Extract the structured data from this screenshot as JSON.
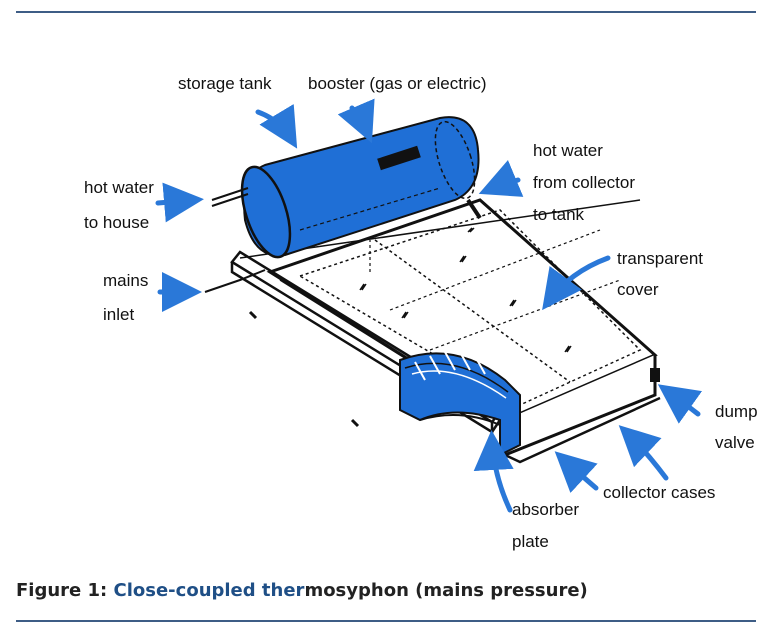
{
  "labels": {
    "storage_tank": "storage tank",
    "booster": "booster (gas or electric)",
    "hot_water_house_1": "hot water",
    "hot_water_house_2": "to house",
    "mains_inlet_1": "mains",
    "mains_inlet_2": "inlet",
    "hot_collector_1": "hot water",
    "hot_collector_2": "from collector",
    "hot_collector_3": "to tank",
    "transparent_cover_1": "transparent",
    "transparent_cover_2": "cover",
    "dump_valve_1": "dump",
    "dump_valve_2": "valve",
    "collector_cases": "collector cases",
    "absorber_plate_1": "absorber",
    "absorber_plate_2": "plate"
  },
  "caption": {
    "prefix": "Figure 1: ",
    "accent": "Close-coupled ther",
    "rest": "mosyphon (mains pressure)"
  },
  "colors": {
    "tank_blue": "#1f6fd6",
    "arrow_blue": "#2a78d8",
    "rule": "#3e5d86",
    "caption_accent": "#1f4f86"
  }
}
